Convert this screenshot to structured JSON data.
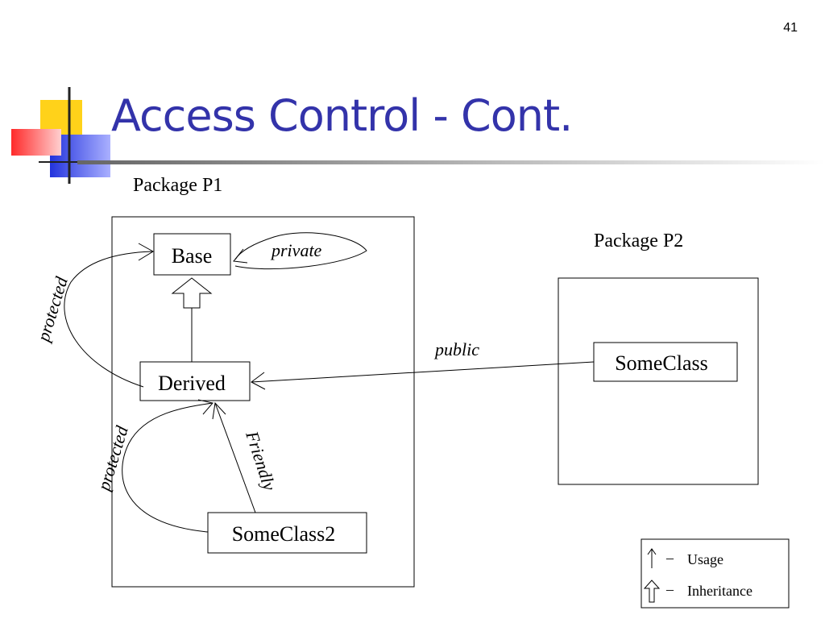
{
  "slide": {
    "page_number": "41",
    "title": "Access Control - Cont."
  },
  "packages": {
    "p1_label": "Package P1",
    "p2_label": "Package P2"
  },
  "classes": {
    "base": "Base",
    "derived": "Derived",
    "someclass": "SomeClass",
    "someclass2": "SomeClass2"
  },
  "relations": {
    "private": "private",
    "protected_top": "protected",
    "protected_bottom": "protected",
    "public": "public",
    "friendly": "Friendly"
  },
  "legend": {
    "usage_label": "Usage",
    "inheritance_label": "Inheritance",
    "dash": "–"
  },
  "colors": {
    "title": "#3333aa",
    "logo_yellow": "#ffd21a",
    "logo_red": "#ff4d4d",
    "logo_blue": "#3344dd"
  }
}
